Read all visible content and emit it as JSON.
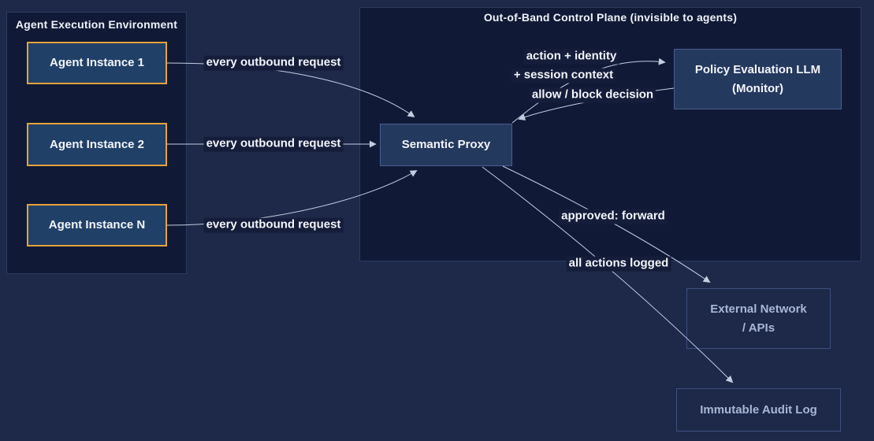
{
  "colors": {
    "page_bg": "#1e2849",
    "container_bg": "#101a36",
    "container_border": "#2c3b60",
    "agent_box_fill": "#214067",
    "agent_box_border_orange": "#e5a23c",
    "inner_box_fill": "#24395e",
    "inner_box_border": "#4b5e92",
    "outer_box_border": "#3e5080",
    "outer_box_text": "#a9b8d2",
    "edge_line": "#c3cce0",
    "text_primary": "#f2f4f9"
  },
  "left_container": {
    "title": "Agent Execution Environment",
    "boxes": [
      {
        "label": "Agent Instance 1"
      },
      {
        "label": "Agent Instance 2"
      },
      {
        "label": "Agent Instance N"
      }
    ]
  },
  "right_container": {
    "title": "Out-of-Band Control Plane (invisible to agents)",
    "proxy": {
      "label": "Semantic Proxy"
    },
    "monitor": {
      "line1": "Policy Evaluation LLM",
      "line2": "(Monitor)"
    }
  },
  "external_nodes": {
    "network": {
      "line1": "External Network",
      "line2": "/ APIs"
    },
    "audit": {
      "label": "Immutable Audit Log"
    }
  },
  "edge_labels": {
    "outbound1": "every outbound request",
    "outbound2": "every outbound request",
    "outbound3": "every outbound request",
    "action_identity": "action + identity",
    "session_context": "+ session context",
    "allow_block": "allow / block decision",
    "approved": "approved: forward",
    "logged": "all actions logged"
  }
}
